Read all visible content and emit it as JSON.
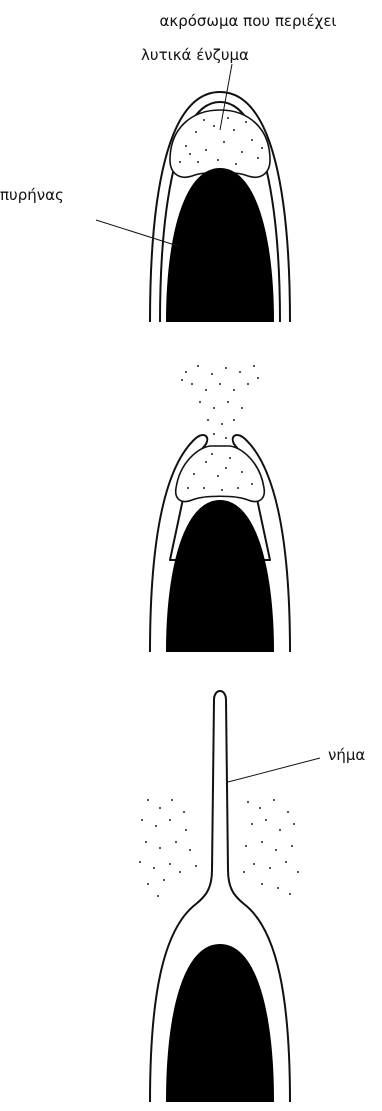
{
  "labels": {
    "acrosome_line1": "ακρόσωμα που περιέχει",
    "acrosome_line2": "λυτικά ένζυμα",
    "nucleus": "πυρήνας",
    "filament": "νήμα"
  },
  "colors": {
    "ink": "#111111",
    "nucleus_fill": "#000000",
    "background": "#ffffff"
  }
}
